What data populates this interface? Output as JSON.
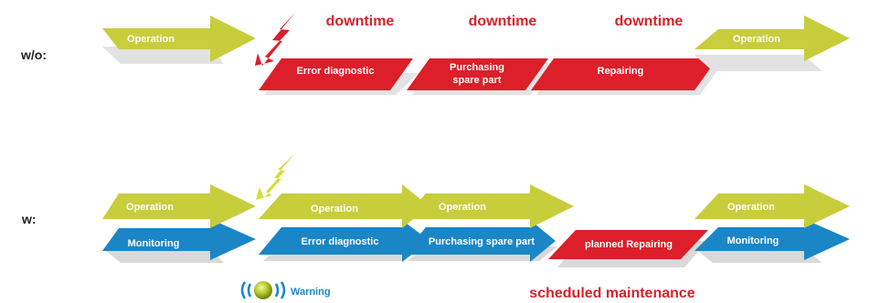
{
  "rows": {
    "without": {
      "label": "w/o:"
    },
    "with": {
      "label": "w:"
    }
  },
  "downtime_labels": [
    "downtime",
    "downtime",
    "downtime"
  ],
  "top_row": {
    "left_arrow": "Operation",
    "step1": "Error diagnostic",
    "step2_line1": "Purchasing",
    "step2_line2": "spare part",
    "step3": "Repairing",
    "right_arrow": "Operation"
  },
  "bottom_row": {
    "op1": "Operation",
    "op2": "Operation",
    "op3": "Operation",
    "op4": "Operation",
    "mon1": "Monitoring",
    "err": "Error diagnostic",
    "purchasing": "Purchasing spare part",
    "planned": "planned Repairing",
    "mon2": "Monitoring"
  },
  "warning_label": "Warning",
  "scheduled_label": "scheduled maintenance",
  "colors": {
    "olive": "#c8cd3c",
    "red": "#dc1f2a",
    "blue": "#1a86c6",
    "shadow": "#d8d8d8",
    "bolt_red": "#dc1f2a",
    "bolt_yellow": "#d6dc3c"
  }
}
